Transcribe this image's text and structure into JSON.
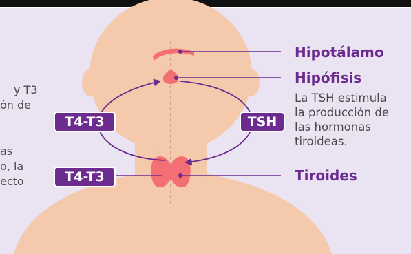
{
  "colors": {
    "background": "#eae3f2",
    "skin": "#f4c9ac",
    "organ": "#f36f73",
    "accent": "#6b2b8f",
    "text": "#4a4a4a",
    "top_bar": "#111111"
  },
  "left_text": {
    "line1": "y  T3",
    "line2": "ón de",
    "line3": "as",
    "line4": "o, la",
    "line5": "ecto"
  },
  "labels": {
    "hypothalamus": "Hipotálamo",
    "pituitary": "Hipófisis",
    "thyroid": "Tiroides"
  },
  "description": {
    "line1": "La TSH estimula",
    "line2": "la producción de",
    "line3": "las hormonas",
    "line4": "tiroideas."
  },
  "badges": {
    "t4t3_upper": "T4-T3",
    "tsh": "TSH",
    "t4t3_lower": "T4-T3"
  }
}
